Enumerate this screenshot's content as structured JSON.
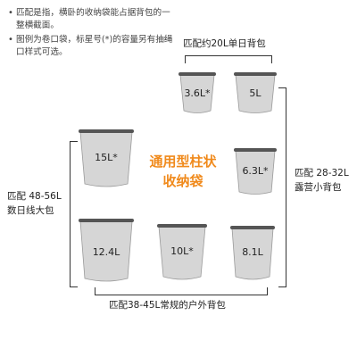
{
  "notes": [
    "匹配是指，横卧的收纳袋能占据背包的一整横截面。",
    "图例为卷口袋，标星号(*)的容量另有抽绳口样式可选。"
  ],
  "labels": {
    "top": "匹配约20L单日背包",
    "right_line1": "匹配 28-32L",
    "right_line2": "露营小背包",
    "left_line1": "匹配 48-56L",
    "left_line2": "数日线大包",
    "bottom": "匹配38-45L常规的户外背包"
  },
  "center_title": [
    "通用型柱状",
    "收纳袋"
  ],
  "bags": {
    "b36": "3.6L*",
    "b5": "5L",
    "b15": "15L*",
    "b63": "6.3L*",
    "b124": "12.4L",
    "b10": "10L*",
    "b81": "8.1L"
  },
  "colors": {
    "accent": "#f08a1c",
    "bag_fill": "#d6d6d6",
    "rim": "#555555"
  }
}
